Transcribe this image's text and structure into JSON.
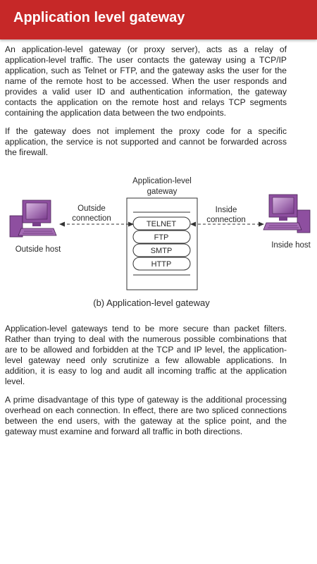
{
  "header": {
    "title": "Application level gateway",
    "accent_color": "#c62828"
  },
  "paragraphs": [
    "An application-level gateway (or proxy server), acts as a relay of application-level traffic. The user contacts the gateway using a TCP/IP application, such as Telnet or FTP, and the gateway asks the user for the name of the remote host to be accessed. When the user responds and provides a valid user ID and authentication information, the gateway contacts the application on the remote host and relays TCP segments containing the application data between the two endpoints.",
    "If the gateway does not implement the proxy code for a specific application, the service is not supported and cannot be forwarded across the firewall.",
    "Application-level gateways tend to be more secure than packet filters. Rather than trying to deal with the numerous possible combinations that are to be allowed and forbidden at the TCP and IP level, the application-level gateway need only scrutinize a few allowable applications. In addition, it is easy to log and audit all incoming traffic at the application level.",
    "A prime disadvantage of this type of gateway is the additional processing overhead on each connection. In effect, there are two spliced connections between the end users, with the gateway at the splice point, and the gateway must examine and forward all traffic in both directions."
  ],
  "figure": {
    "gateway_label_line1": "Application-level",
    "gateway_label_line2": "gateway",
    "outside_connection_line1": "Outside",
    "outside_connection_line2": "connection",
    "inside_connection_line1": "Inside",
    "inside_connection_line2": "connection",
    "outside_host": "Outside host",
    "inside_host": "Inside host",
    "protocols": [
      "TELNET",
      "FTP",
      "SMTP",
      "HTTP"
    ],
    "caption": "(b) Application-level gateway",
    "computer_color": "#8e4fa0"
  }
}
